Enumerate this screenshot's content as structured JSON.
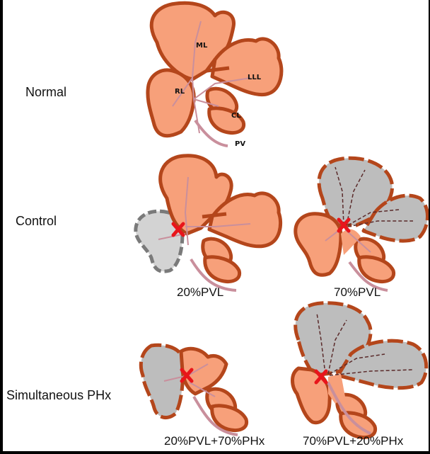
{
  "rows": [
    {
      "label": "Normal"
    },
    {
      "label": "Control"
    },
    {
      "label": "Simultaneous PHx"
    }
  ],
  "lobe_labels": {
    "ml": "ML",
    "lll": "LLL",
    "rl": "RL",
    "cl": "CL",
    "pv": "PV"
  },
  "captions": {
    "control_left": "20%PVL",
    "control_right": "70%PVL",
    "phx_left": "20%PVL+70%PHx",
    "phx_right": "70%PVL+20%PHx"
  },
  "colors": {
    "lobe_fill": "#f7a07a",
    "lobe_outline": "#b4461b",
    "ligated_fill": "#bdbdbd",
    "ligated_outline": "#7a7a7a",
    "resected_fill": "#d3d3d3",
    "vessel": "#c98f9c",
    "ligation_mark": "#e8151b"
  }
}
